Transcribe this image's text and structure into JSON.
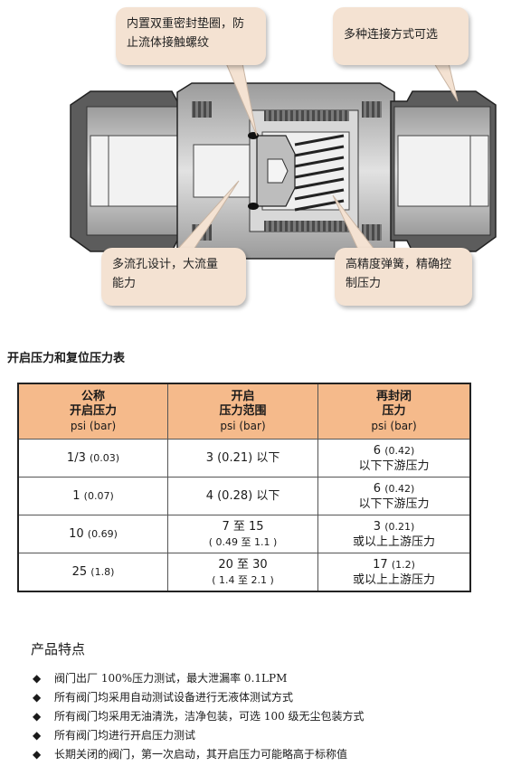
{
  "diagram": {
    "callouts": {
      "seal": [
        "内置双重密封垫圈，防",
        "止流体接触螺纹"
      ],
      "connection": [
        "多种连接方式可选"
      ],
      "flow": [
        "多流孔设计，大流量",
        "能力"
      ],
      "spring": [
        "高精度弹簧，精确控",
        "制压力"
      ]
    }
  },
  "table": {
    "title": "开启压力和复位压力表",
    "headers": [
      {
        "lines": [
          "公称",
          "开启压力"
        ],
        "unit": "psi (bar)"
      },
      {
        "lines": [
          "开启",
          "压力范围"
        ],
        "unit": "psi (bar)"
      },
      {
        "lines": [
          "再封闭",
          "压力"
        ],
        "unit": "psi (bar)"
      }
    ],
    "rows": [
      {
        "nominal": "1/3",
        "nominal_bar": "(0.03)",
        "range": "3",
        "range_bar": "(0.21) 以下",
        "range_line2": "",
        "reseal": "6",
        "reseal_bar": "(0.42)",
        "reseal_line2": "以下下游压力"
      },
      {
        "nominal": "1",
        "nominal_bar": "(0.07)",
        "range": "4",
        "range_bar": "(0.28) 以下",
        "range_line2": "",
        "reseal": "6",
        "reseal_bar": "(0.42)",
        "reseal_line2": "以下下游压力"
      },
      {
        "nominal": "10",
        "nominal_bar": "(0.69)",
        "range": "7 至 15",
        "range_bar": "",
        "range_line2": "( 0.49 至 1.1 )",
        "reseal": "3",
        "reseal_bar": "(0.21)",
        "reseal_line2": "或以上上游压力"
      },
      {
        "nominal": "25",
        "nominal_bar": "(1.8)",
        "range": "20 至 30",
        "range_bar": "",
        "range_line2": "( 1.4 至 2.1 )",
        "reseal": "17",
        "reseal_bar": "(1.2)",
        "reseal_line2": "或以上上游压力"
      }
    ]
  },
  "features": {
    "title": "产品特点",
    "bullet": "◆",
    "items": [
      "阀门出厂 100%压力测试，最大泄漏率 0.1LPM",
      "所有阀门均采用自动测试设备进行无液体测试方式",
      "所有阀门均采用无油清洗，洁净包装，可选 100 级无尘包装方式",
      "所有阀门均进行开启压力测试",
      "长期关闭的阀门，第一次启动，其开启压力可能略高于标称值"
    ]
  },
  "colors": {
    "callout_bg": "#f4e2d2",
    "table_header_bg": "#f5ba8b",
    "metal_light": "#c9c9c9",
    "metal_dark": "#5a5a5a"
  }
}
